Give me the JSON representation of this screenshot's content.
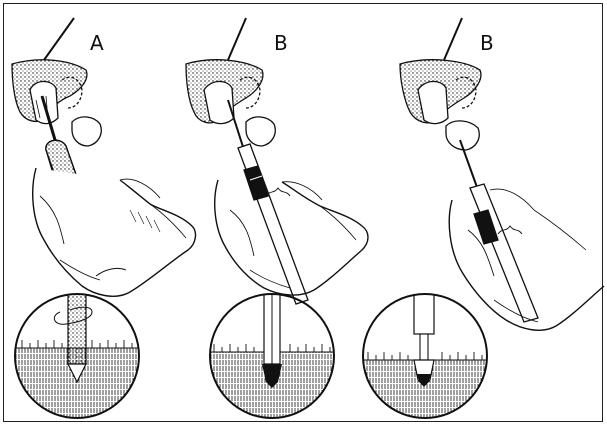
{
  "figure": {
    "panels": [
      {
        "id": "a",
        "label": "A",
        "instrument": "file-holder"
      },
      {
        "id": "b1",
        "label": "B",
        "instrument": "syringe"
      },
      {
        "id": "b2",
        "label": "B",
        "instrument": "syringe"
      }
    ],
    "colors": {
      "ink": "#111111",
      "paper": "#ffffff",
      "frame": "#222222"
    }
  }
}
